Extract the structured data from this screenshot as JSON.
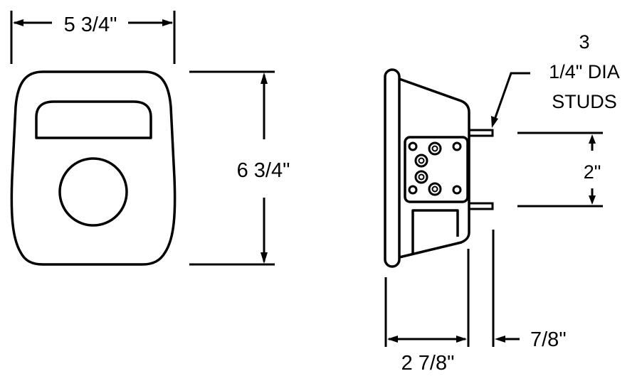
{
  "diagram": {
    "front_view": {
      "width_label": "5 3/4\"",
      "height_label": "6 3/4\""
    },
    "side_view": {
      "stud_callout": {
        "line1": "3",
        "line2": "1/4\" DIA",
        "line3": "STUDS"
      },
      "stud_spacing_label": "2\"",
      "depth_label": "2 7/8\"",
      "stud_length_label": "7/8\""
    },
    "colors": {
      "line": "#000000",
      "background": "#ffffff"
    }
  }
}
